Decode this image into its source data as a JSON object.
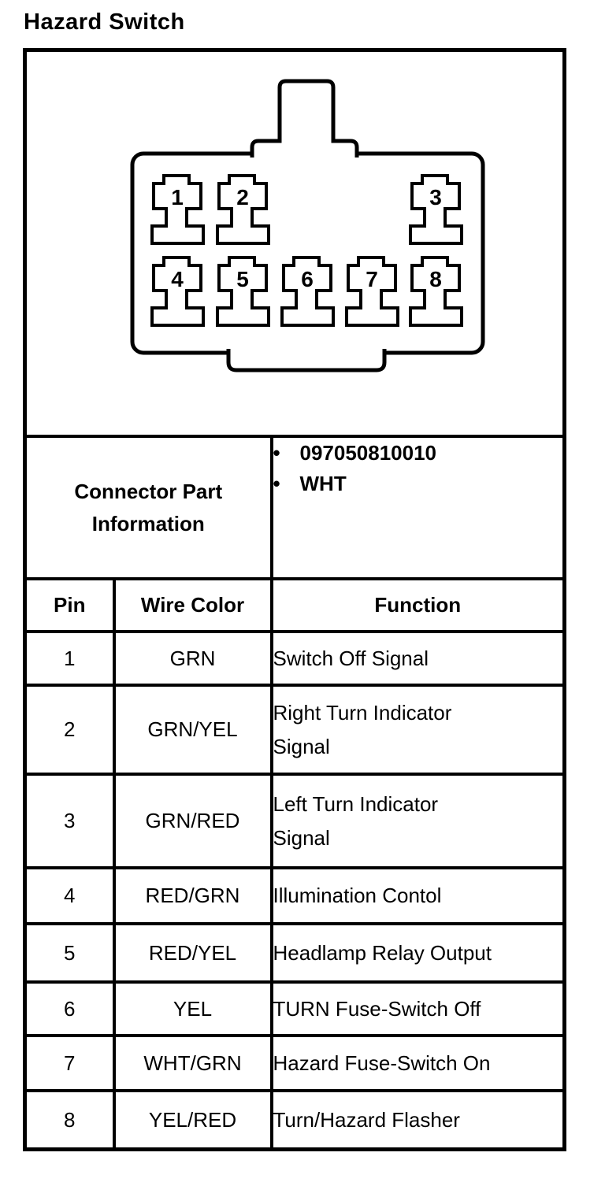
{
  "page": {
    "title": "Hazard Switch"
  },
  "connector": {
    "part_info": {
      "label_line1": "Connector Part",
      "label_line2": "Information",
      "items": [
        "097050810010",
        "WHT"
      ]
    },
    "diagram_pins_top": [
      "1",
      "2",
      "3"
    ],
    "diagram_pins_bottom": [
      "4",
      "5",
      "6",
      "7",
      "8"
    ]
  },
  "table": {
    "headers": [
      "Pin",
      "Wire Color",
      "Function"
    ],
    "rows": [
      {
        "pin": "1",
        "wire_color": "GRN",
        "function_lines": [
          "Switch Off Signal"
        ]
      },
      {
        "pin": "2",
        "wire_color": "GRN/YEL",
        "function_lines": [
          "Right Turn Indicator",
          "Signal"
        ]
      },
      {
        "pin": "3",
        "wire_color": "GRN/RED",
        "function_lines": [
          "Left Turn Indicator",
          "Signal"
        ]
      },
      {
        "pin": "4",
        "wire_color": "RED/GRN",
        "function_lines": [
          "Illumination Contol"
        ]
      },
      {
        "pin": "5",
        "wire_color": "RED/YEL",
        "function_lines": [
          "Headlamp Relay Output"
        ]
      },
      {
        "pin": "6",
        "wire_color": "YEL",
        "function_lines": [
          "TURN Fuse-Switch Off"
        ]
      },
      {
        "pin": "7",
        "wire_color": "WHT/GRN",
        "function_lines": [
          "Hazard Fuse-Switch On"
        ]
      },
      {
        "pin": "8",
        "wire_color": "YEL/RED",
        "function_lines": [
          "Turn/Hazard Flasher"
        ]
      }
    ]
  },
  "colors": {
    "line": "#000000",
    "background": "#ffffff"
  }
}
